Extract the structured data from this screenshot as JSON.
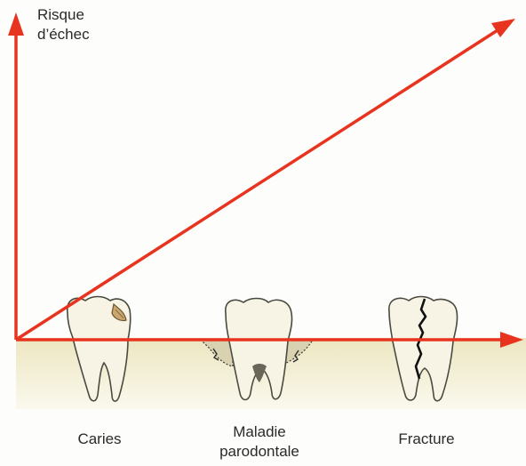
{
  "y_axis": {
    "label_line1": "Risque",
    "label_line2": "d’échec"
  },
  "captions": {
    "caries": "Caries",
    "maladie_line1": "Maladie",
    "maladie_line2": "parodontale",
    "fracture": "Fracture"
  },
  "colors": {
    "arrow": "#e8341f",
    "gum": "#f1ecc9",
    "tooth": "#f7f4e6",
    "tooth_outline": "#4a4a40"
  }
}
